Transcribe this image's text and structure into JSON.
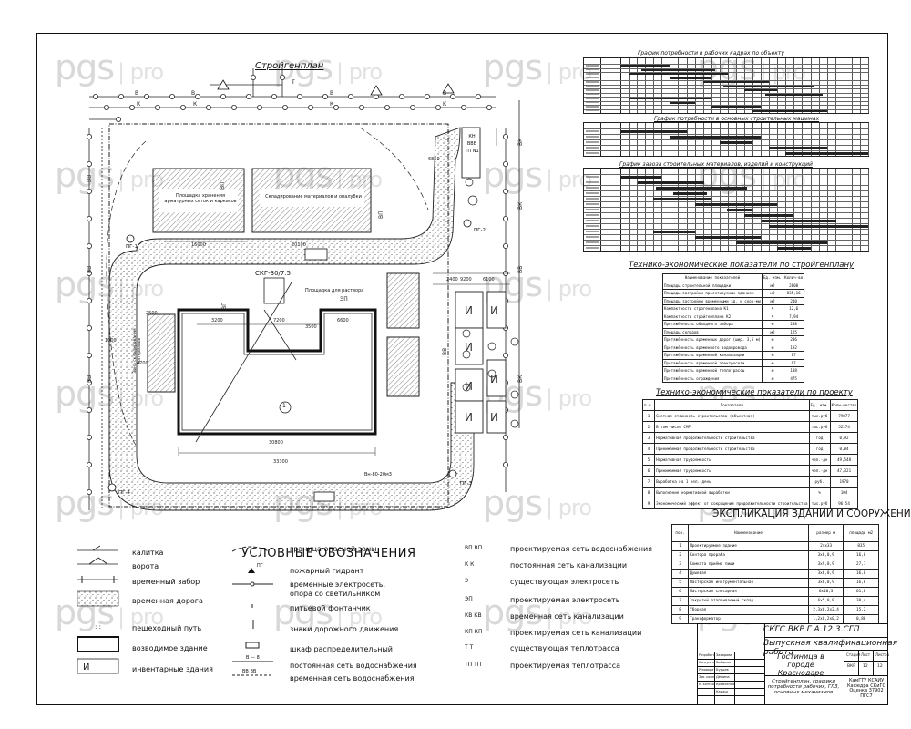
{
  "watermark": {
    "brand": "pgs",
    "suffix": "pro"
  },
  "titles": {
    "stroygenplan": "Стройгенплан",
    "gantt1": "График потребности в рабочих кадрах по объекту",
    "gantt2": "График потребности в основных строительных машинах",
    "gantt3": "График завоза строительных материалов, изделий и конструкций",
    "tep_plan": "Технико-экономические показатели по стройгенплану",
    "tep_project": "Технико-экономические показатели по проекту",
    "explication": "ЭКСПЛИКАЦИЯ ЗДАНИЙ И СООРУЖЕНИЙ",
    "legend": "УСЛОВНЫЕ ОБОЗНАЧЕНИЯ"
  },
  "plan_labels": {
    "crane": "СКГ-30/7.5",
    "site_a": "Площадка хранения арматурных сеток и каркасов",
    "site_b": "Складирование материалов и опалубки",
    "mortar": "Площадка для раствора",
    "store": "Зона складирования материалов",
    "building": "1",
    "hydrant1": "ПГ-1",
    "hydrant2": "ПГ-2",
    "hydrant3": "ПГ-3",
    "hydrant4": "ПГ-4",
    "tp": "КН ВВБ ТП N1",
    "dims": [
      "30800",
      "33300",
      "16000",
      "20100",
      "3500",
      "2400",
      "6850",
      "3200",
      "7200",
      "6600",
      "9200",
      "6100",
      "2500",
      "4700",
      "1000"
    ],
    "vm": "Вн-80-20м3"
  },
  "tep_plan": {
    "headers": [
      "Наименование показателей",
      "Ед. изм.",
      "Колич-во"
    ],
    "rows": [
      [
        "Площадь строительной площадки",
        "м2",
        "2800"
      ],
      [
        "Площадь застройки проектируемым зданием",
        "м2",
        "835,16"
      ],
      [
        "Площадь застройки временными зд. и соор-ми",
        "м2",
        "210"
      ],
      [
        "Компактность строгенплана К1",
        "%",
        "12,6"
      ],
      [
        "Компактность стройгенплана К2",
        "%",
        "7,94"
      ],
      [
        "Протяжённость обводного забора",
        "м",
        "238"
      ],
      [
        "Площадь складов",
        "м2",
        "125"
      ],
      [
        "Протяжённость временных дорог (шир. 3,5 м)",
        "м",
        "206"
      ],
      [
        "Протяжённость временного водопровода",
        "м",
        "192"
      ],
      [
        "Протяжённость временной канализации",
        "м",
        "87"
      ],
      [
        "Протяжённость временной электросети",
        "м",
        "67"
      ],
      [
        "Протяжённость временной теплотрассы",
        "м",
        "188"
      ],
      [
        "Протяжённость ограждения",
        "м",
        "475"
      ]
    ]
  },
  "tep_project": {
    "headers": [
      "п.п.",
      "Показатели",
      "Ед. изм.",
      "Коли-чество"
    ],
    "rows": [
      [
        "1",
        "Сметная стоимость строительства (объектная)",
        "тыс.руб",
        "79877"
      ],
      [
        "2",
        "В том числе СМР",
        "тыс.руб",
        "52274"
      ],
      [
        "3",
        "Нормативная продолжительность строительства",
        "год",
        "0,92"
      ],
      [
        "4",
        "Принимаемая продолжительность строительства",
        "год",
        "0,84"
      ],
      [
        "5",
        "Нормативная трудоемкость",
        "чел.-дн",
        "49,548"
      ],
      [
        "6",
        "Принимаемая трудоемкость",
        "чел.-дн",
        "47,321"
      ],
      [
        "7",
        "Выработка на 1 чел.-день",
        "руб.",
        "1970"
      ],
      [
        "8",
        "Выполнение нормативной выработки",
        "%",
        "104"
      ],
      [
        "9",
        "Экономический эффект от сокращения продолжительности строительства",
        "тыс.руб",
        "96,54"
      ]
    ]
  },
  "explication": {
    "headers": [
      "поз.",
      "Наименование",
      "размер м",
      "площадь м2"
    ],
    "rows": [
      [
        "1",
        "Проектируемое здание",
        "24х33",
        "835"
      ],
      [
        "2",
        "Контора прораба",
        "3х6,0,9",
        "16,8"
      ],
      [
        "3",
        "Комната приёма пищи",
        "3х9,0,9",
        "27,1"
      ],
      [
        "4",
        "Душевая",
        "3х6,0,9",
        "16,8"
      ],
      [
        "5",
        "Мастерская инструментальная",
        "3х6,0,9",
        "16,8"
      ],
      [
        "6",
        "Мастерская слесарная",
        "6х10,3",
        "61,8"
      ],
      [
        "7",
        "Закрытый отапливаемый склад",
        "6х5,0,9",
        "30,4"
      ],
      [
        "8",
        "Уборная",
        "2,3х6,2х2,4",
        "15,2"
      ],
      [
        "9",
        "Трансформатор",
        "1,2х8,2х0,2",
        "0,88"
      ]
    ]
  },
  "legend": {
    "col1": [
      "калитка",
      "ворота",
      "временный забор",
      "временная дорога",
      "пешеходный путь",
      "возводимое здание",
      "инвентарные здания"
    ],
    "col2": [
      "граница опасной зоны",
      "пожарный гидрант",
      "временные электросеть, опора со светильником",
      "питьевой фонтанчик",
      "знаки дорожного движения",
      "шкаф распределительный",
      "постоянная сеть водоснабжения",
      "временная сеть водоснабжения"
    ],
    "col3": [
      "проектируемая сеть водоснабжения",
      "постоянная сеть канализации",
      "существующая электросеть",
      "проектируемая электросеть",
      "временная сеть канализации",
      "проектируемая сеть канализации",
      "существующая теплотрасса",
      "проектируемая теплотрасса"
    ],
    "sym3": [
      "ВП ВП",
      "К К",
      "Э",
      "ЭП",
      "КВ КВ",
      "КП КП",
      "Т Т",
      "ТП ТП"
    ],
    "col2_marks": [
      "ПГ",
      "В — 8",
      "ВВ ВВ"
    ]
  },
  "titleblock": {
    "code": "СКГС.ВКР.Г.А.12.3.СГП",
    "work": "Выпускная квалификационная работа",
    "object": "Гостиница в городе Краснодаре",
    "sheet": "Стройгенплан, графики потребности рабочих, ГЛЗ, основных механизмов",
    "org": "КамГТУ КСАИУ Кафедра СКиГС Оценка 37902 ПГС7",
    "stage_head": [
      "Стадия",
      "Лист",
      "Листов"
    ],
    "stage_vals": [
      "ВКР",
      "12",
      "12"
    ],
    "roles": [
      "Разработал",
      "Консультант",
      "Руководитель",
      "Зав. кафедрой",
      "Н. контроль"
    ],
    "names": [
      "Захарова",
      "Зайцева",
      "Бурцев",
      "Дёмина",
      "Кравченко",
      "Кадаш"
    ]
  },
  "gantt_rows": {
    "g1": 12,
    "g2": 5,
    "g3": 14
  }
}
